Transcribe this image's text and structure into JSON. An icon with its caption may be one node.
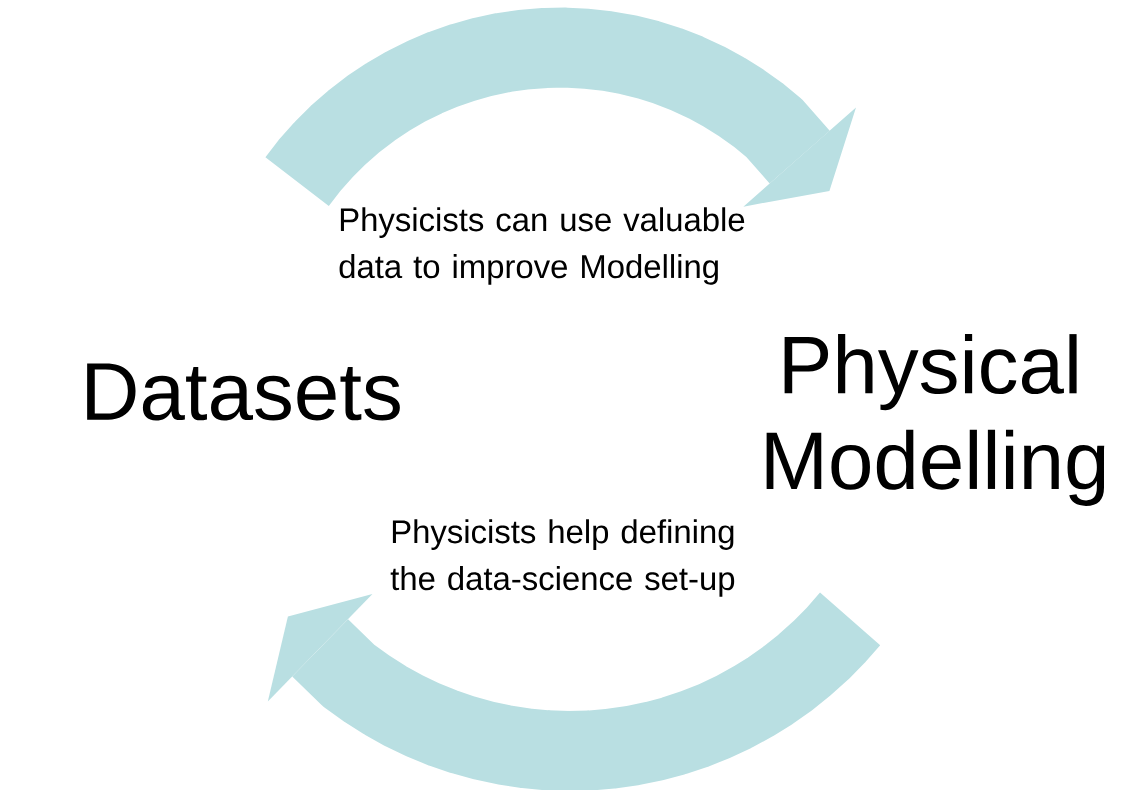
{
  "diagram": {
    "nodes": [
      {
        "text": [
          "Datasets"
        ]
      },
      {
        "text": [
          "Physical Modelling"
        ]
      }
    ],
    "labels": [
      "Physicists can use valuable data to improve Modelling",
      "Physicists help defining the data-science set-up"
    ]
  }
}
